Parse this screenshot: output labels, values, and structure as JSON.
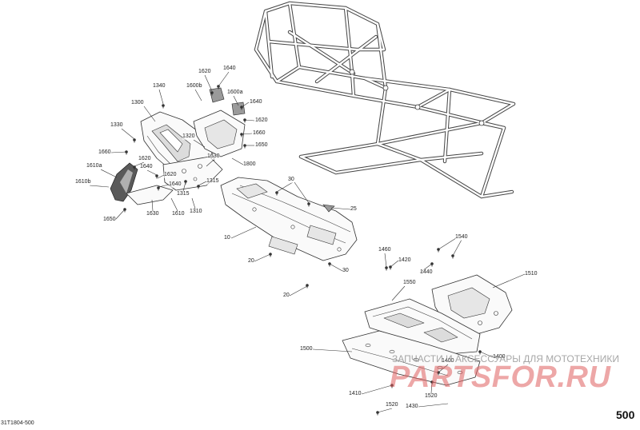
{
  "diagram": {
    "callouts": [
      "1620",
      "1640",
      "1340",
      "1600b",
      "1600a",
      "1300",
      "1640",
      "1620",
      "1330",
      "1660",
      "1320",
      "1650",
      "1660",
      "1620",
      "1630",
      "1800",
      "1610a",
      "1640",
      "1620",
      "1640",
      "1315",
      "1610b",
      "1315",
      "1630",
      "1610",
      "1310",
      "1650",
      "30",
      "25",
      "10",
      "20",
      "30",
      "20",
      "1460",
      "1420",
      "1540",
      "1440",
      "1510",
      "1550",
      "1500",
      "1400",
      "1400",
      "1410",
      "1520",
      "1430",
      "1520"
    ],
    "figure_code": "31T1804-500",
    "page_number": "500"
  },
  "watermark": {
    "tagline": "ЗАПЧАСТИ И АКСЕССУАРЫ ДЛЯ МОТОТЕХНИКИ",
    "logo_text": "PARTSFOR.RU"
  },
  "colors": {
    "line": "#333333",
    "logo": "#e06060",
    "tagline": "#8a8a8a"
  }
}
